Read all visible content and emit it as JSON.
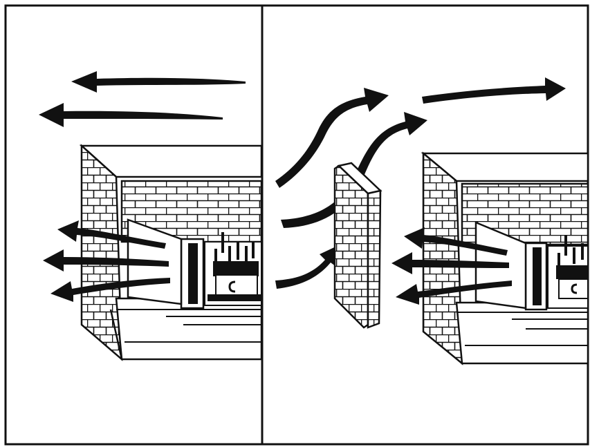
{
  "figure": {
    "panels": [
      {
        "id": "left",
        "content": "engine-in-brick-enclosure",
        "arrows": "exhaust-toward-left"
      },
      {
        "id": "right",
        "content": "engine-in-brick-enclosure-with-baffle-wall",
        "arrows": "exhaust-deflected-up-and-right"
      }
    ],
    "colors": {
      "ink": "#111111",
      "paper": "#ffffff"
    },
    "icons": [
      "arrow-left",
      "arrow-curved-up",
      "arrow-right",
      "brick-wall",
      "engine"
    ]
  }
}
